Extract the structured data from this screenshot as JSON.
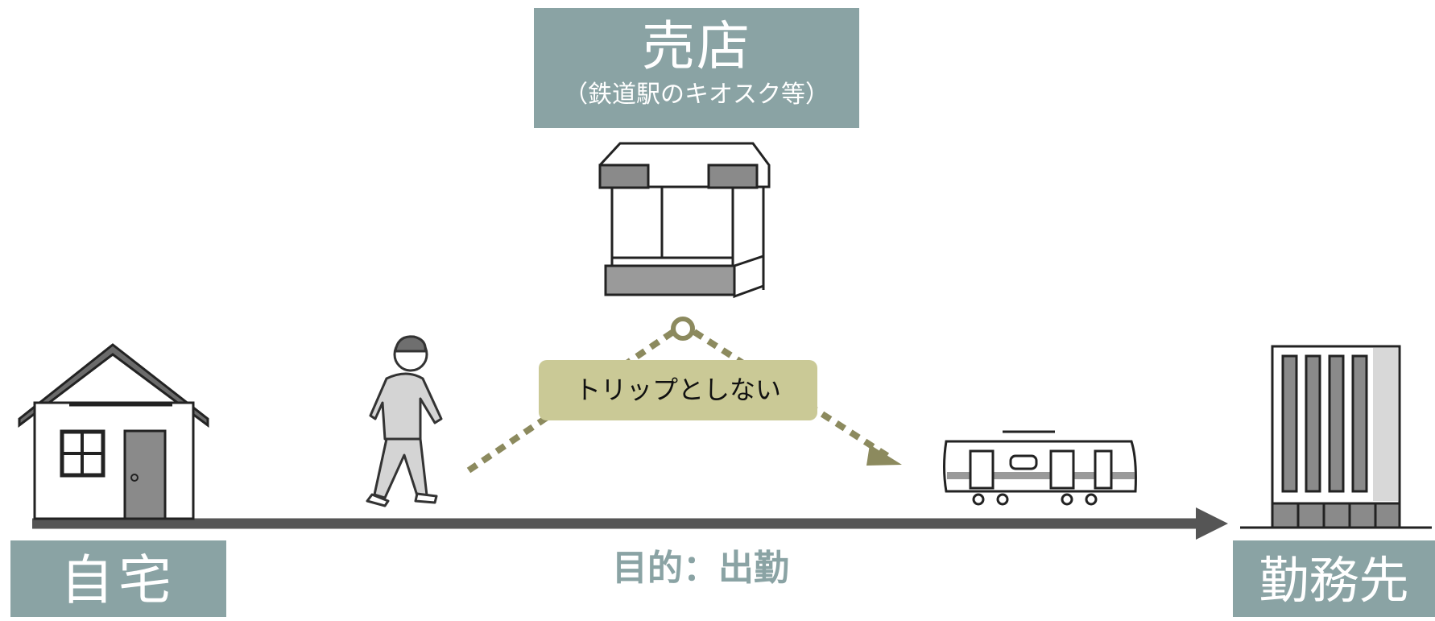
{
  "store": {
    "title": "売店",
    "subtitle": "（鉄道駅のキオスク等）"
  },
  "home": {
    "label": "自宅"
  },
  "work": {
    "label": "勤務先"
  },
  "purpose": {
    "label": "目的：出勤"
  },
  "trip_note": {
    "label": "トリップとしない"
  },
  "colors": {
    "label_bg": "#8aa3a4",
    "note_bg": "#cac996",
    "dotted": "#8c8a5e",
    "arrow": "#555555"
  },
  "icons": [
    "house-icon",
    "walking-person-icon",
    "kiosk-icon",
    "train-icon",
    "office-building-icon"
  ]
}
